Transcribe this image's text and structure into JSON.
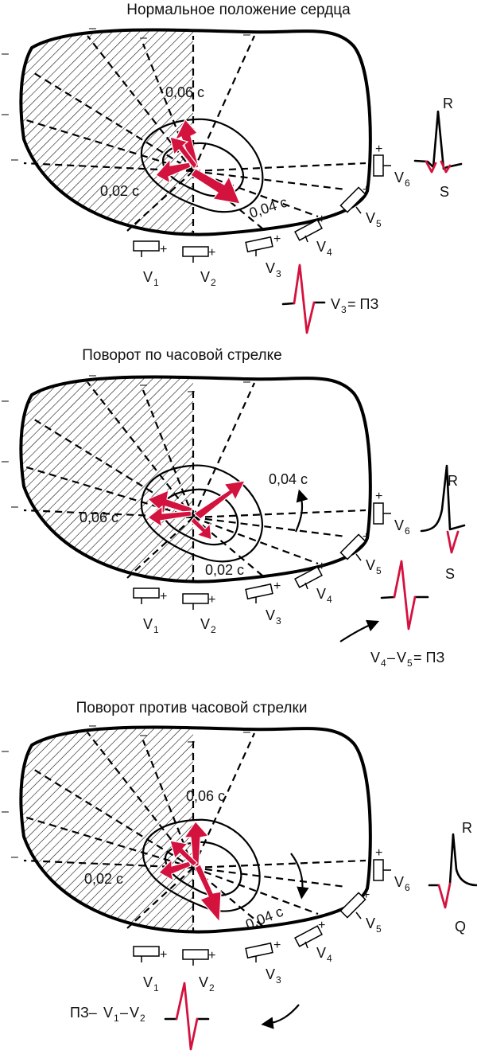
{
  "panels": [
    {
      "title": "Нормальное положение сердца",
      "time_labels": [
        "0,06 с",
        "0,02 с",
        "0,04 с"
      ],
      "leads": [
        "V",
        "V",
        "V",
        "V",
        "V",
        "V"
      ],
      "lead_subs": [
        "1",
        "2",
        "3",
        "4",
        "5",
        "6"
      ],
      "wave_labels": [
        "R",
        "S"
      ],
      "tz": {
        "lead": "V",
        "sub": "3",
        "suffix": "= ПЗ"
      }
    },
    {
      "title": "Поворот по часовой стрелке",
      "time_labels": [
        "0,04 с",
        "0,06 с",
        "0,02 с"
      ],
      "leads": [
        "V",
        "V",
        "V",
        "V",
        "V",
        "V"
      ],
      "lead_subs": [
        "1",
        "2",
        "3",
        "4",
        "5",
        "6"
      ],
      "wave_labels": [
        "R",
        "S"
      ],
      "tz": {
        "lead_a": "V",
        "sub_a": "4",
        "dash": "–",
        "lead_b": "V",
        "sub_b": "5",
        "suffix": "= ПЗ"
      }
    },
    {
      "title": "Поворот против часовой стрелки",
      "time_labels": [
        "0,06 с",
        "0,02 с",
        "0,04 с"
      ],
      "leads": [
        "V",
        "V",
        "V",
        "V",
        "V",
        "V"
      ],
      "lead_subs": [
        "1",
        "2",
        "3",
        "4",
        "5",
        "6"
      ],
      "wave_labels": [
        "R",
        "Q"
      ],
      "tz": {
        "prefix": "ПЗ–",
        "lead_a": "V",
        "sub_a": "1",
        "dash": "–",
        "lead_b": "V",
        "sub_b": "2"
      }
    }
  ],
  "polarity": {
    "minus": "–",
    "plus": "+"
  },
  "colors": {
    "accent": "#d4123e",
    "line": "#000000"
  }
}
